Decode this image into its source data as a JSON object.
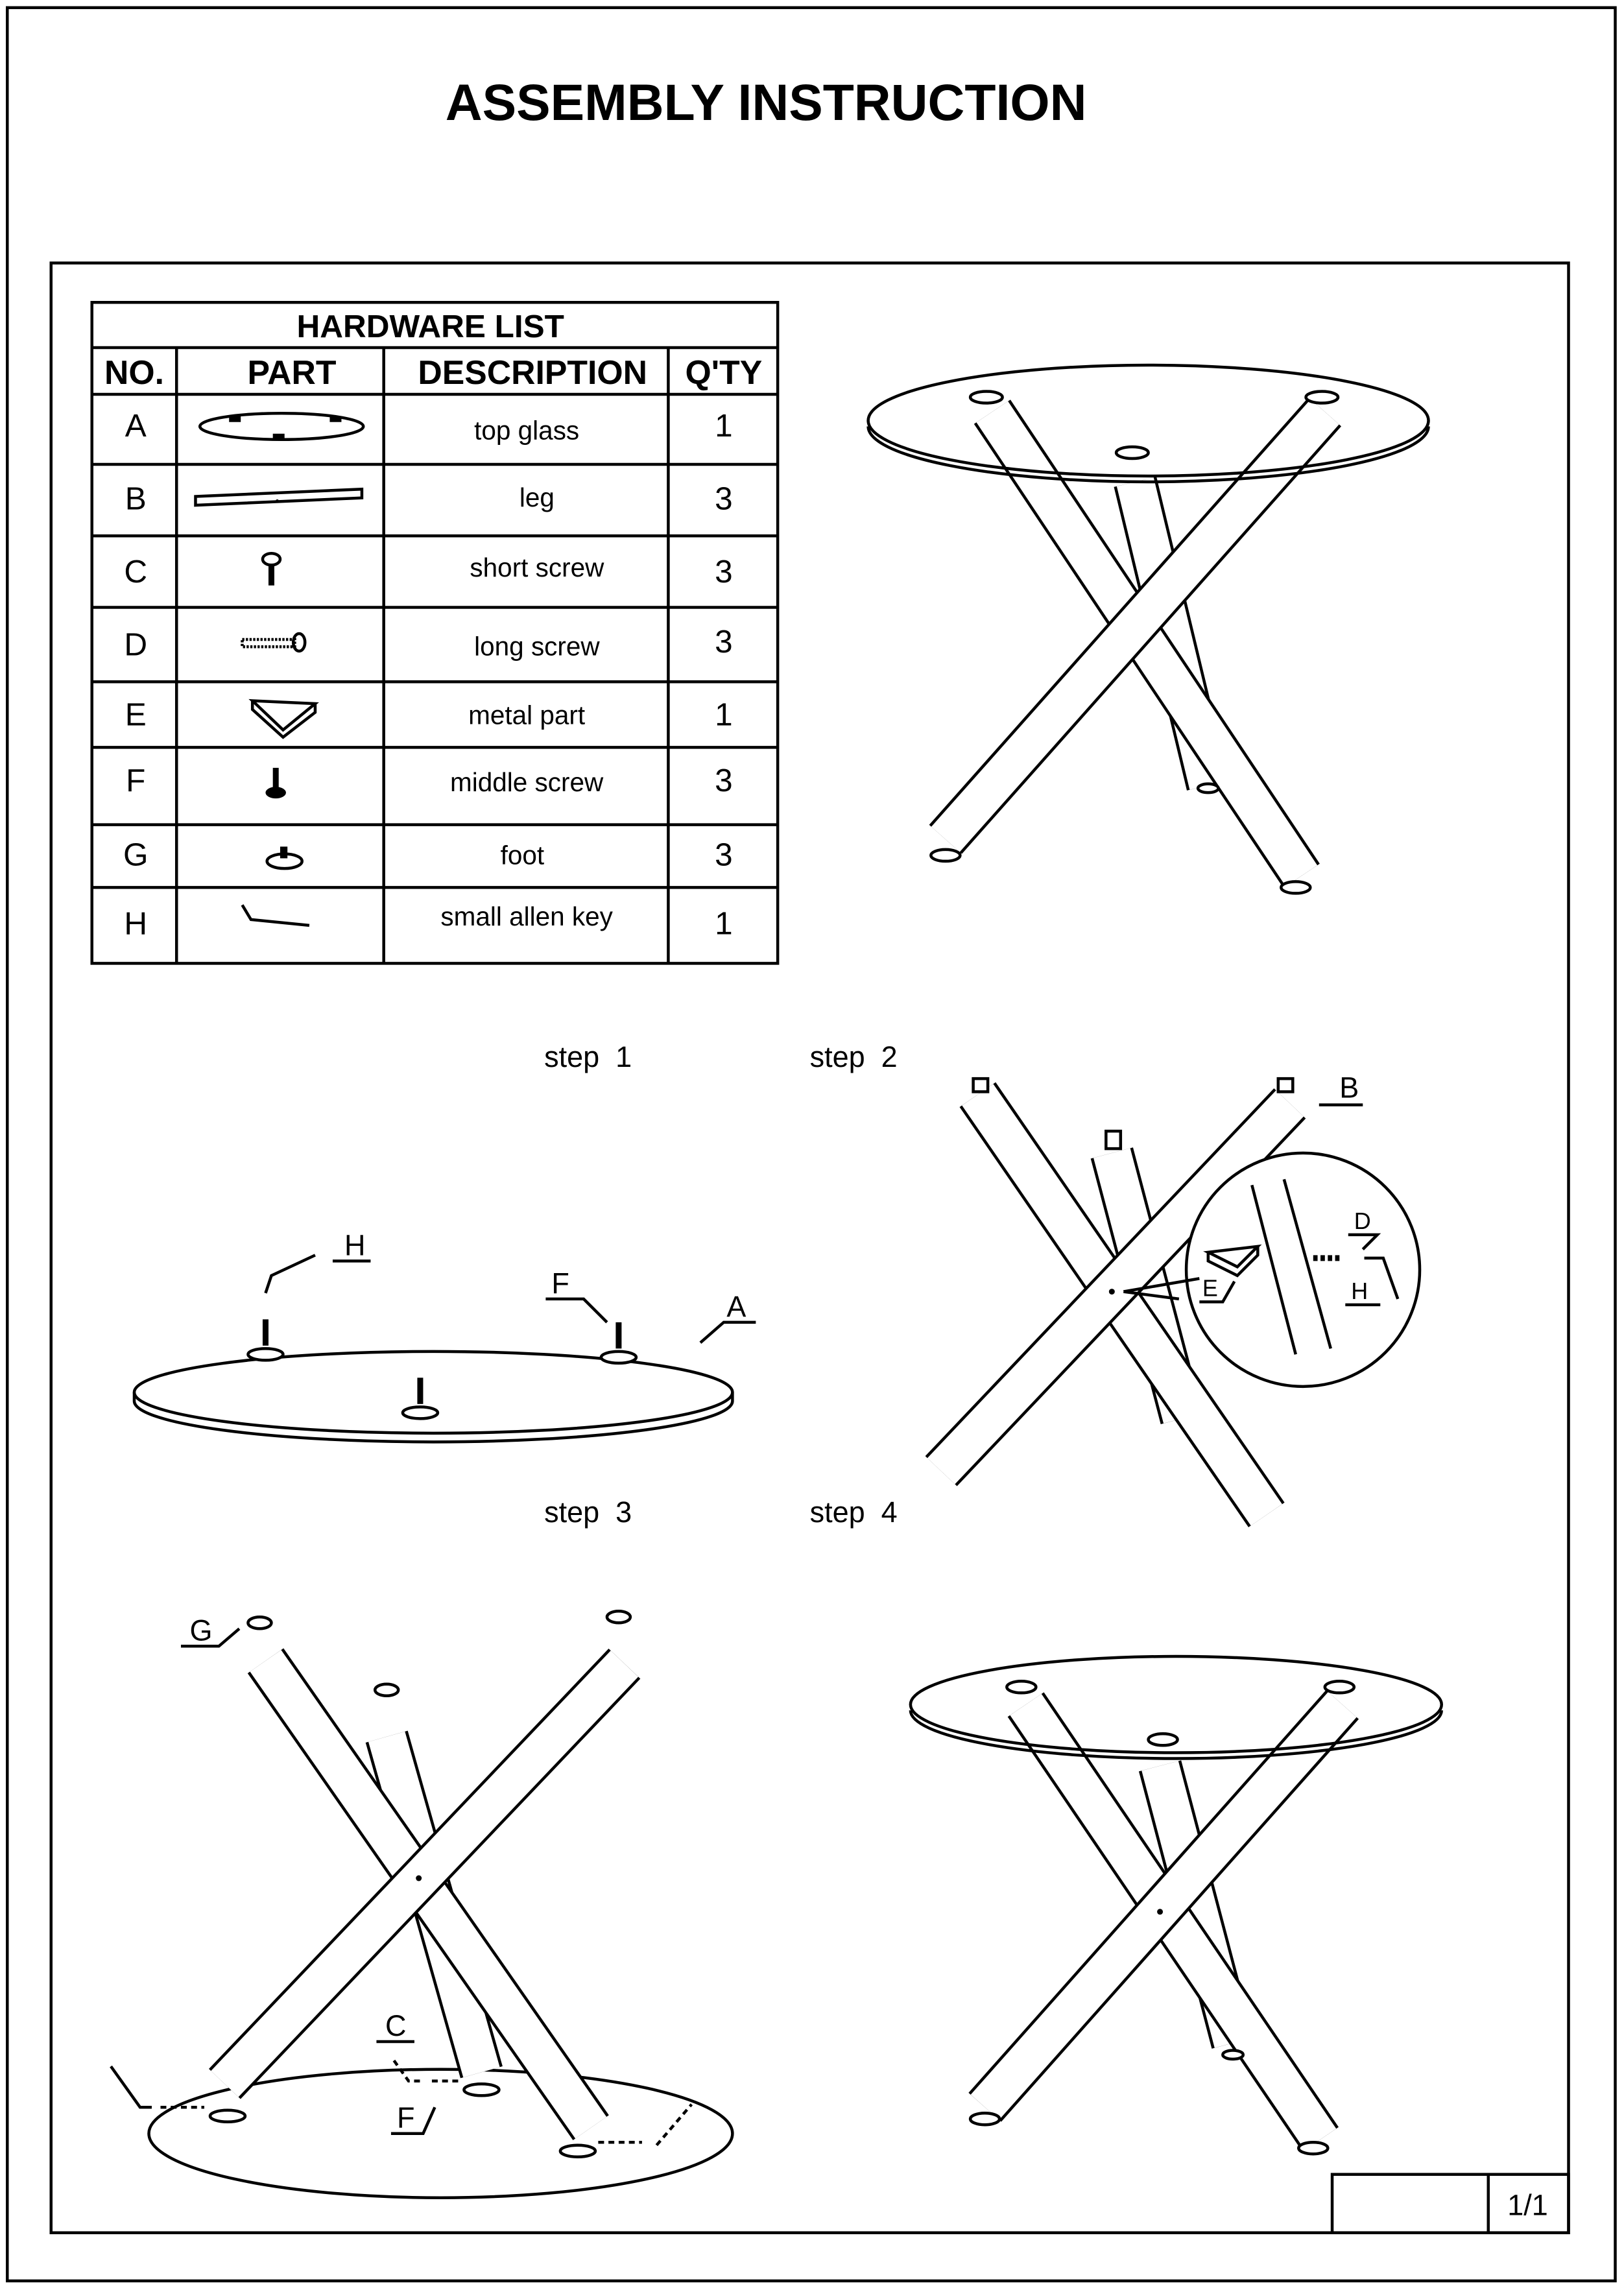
{
  "title": "ASSEMBLY INSTRUCTION",
  "hardware_list": {
    "title": "HARDWARE LIST",
    "columns": [
      "NO.",
      "PART",
      "DESCRIPTION",
      "Q'TY"
    ],
    "rows": [
      {
        "no": "A",
        "part_icon": "top-glass-icon",
        "description": "top glass",
        "qty": "1"
      },
      {
        "no": "B",
        "part_icon": "leg-icon",
        "description": "leg",
        "qty": "3"
      },
      {
        "no": "C",
        "part_icon": "short-screw-icon",
        "description": "short screw",
        "qty": "3"
      },
      {
        "no": "D",
        "part_icon": "long-screw-icon",
        "description": "long screw",
        "qty": "3"
      },
      {
        "no": "E",
        "part_icon": "metal-part-icon",
        "description": "metal part",
        "qty": "1"
      },
      {
        "no": "F",
        "part_icon": "middle-screw-icon",
        "description": "middle screw",
        "qty": "3"
      },
      {
        "no": "G",
        "part_icon": "foot-icon",
        "description": "foot",
        "qty": "3"
      },
      {
        "no": "H",
        "part_icon": "allen-key-icon",
        "description": "small allen key",
        "qty": "1"
      }
    ]
  },
  "steps": {
    "step1": {
      "label": "step  1",
      "callouts": [
        "H",
        "F",
        "A"
      ]
    },
    "step2": {
      "label": "step  2",
      "callouts": [
        "B",
        "D",
        "E",
        "H"
      ]
    },
    "step3": {
      "label": "step  3",
      "callouts": [
        "G",
        "C",
        "F"
      ]
    },
    "step4": {
      "label": "step  4"
    }
  },
  "footer": {
    "page": "1/1",
    "blank": ""
  }
}
